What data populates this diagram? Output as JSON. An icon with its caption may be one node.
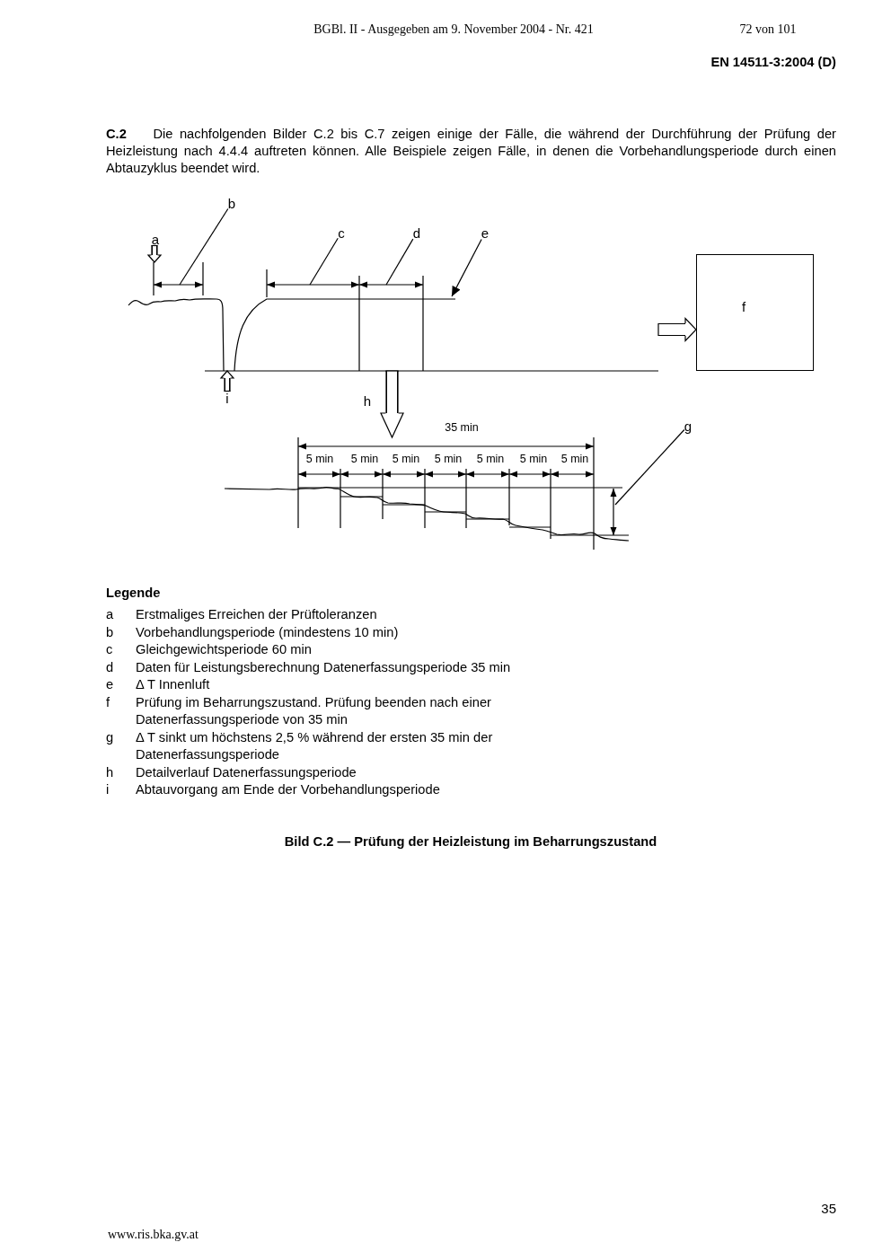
{
  "diagram": {
    "caption": "Bild C.2 — Prüfung der Heizleistung im Beharrungszustand",
    "nodes": [
      {
        "text": [
          "b"
        ]
      },
      {
        "text": [
          "a"
        ]
      },
      {
        "text": [
          "c"
        ]
      },
      {
        "text": [
          "d"
        ]
      },
      {
        "text": [
          "e"
        ]
      },
      {
        "text": [],
        "shape": "picture"
      },
      {
        "text": [
          "f"
        ]
      },
      {
        "text": [
          "i"
        ]
      },
      {
        "text": [
          "g"
        ]
      },
      {
        "text": [],
        "shape": "picture"
      }
    ],
    "edges": [
      {
        "from": 1,
        "to": 5,
        "arrow": "to"
      },
      {
        "from": 0,
        "to": 5,
        "arrow": "none"
      },
      {
        "from": 2,
        "to": 5,
        "arrow": "none"
      },
      {
        "from": 3,
        "to": 5,
        "arrow": "none"
      },
      {
        "from": 4,
        "to": 5,
        "arrow": "to"
      },
      {
        "from": 7,
        "to": 5,
        "arrow": "to"
      },
      {
        "from": 5,
        "to": 9,
        "arrow": "to",
        "label": "h"
      },
      {
        "from": 5,
        "to": 6,
        "arrow": "to"
      },
      {
        "from": 8,
        "to": 9,
        "arrow": "none"
      }
    ],
    "labels": [
      "BGBl. II - Ausgegeben am 9. November 2004 - Nr. 421",
      "72 von 101",
      "EN 14511-3:2004 (D)",
      "**C.2** Die nachfolgenden Bilder C.2 bis C.7 zeigen einige der Fälle, die während der Durchführung der Prüfung der Heizleistung nach 4.4.4 auftreten können. Alle Beispiele zeigen Fälle, in denen die Vorbehandlungsperiode durch einen Abtauzyklus beendet wird.",
      "35 min",
      "5 min",
      "5 min",
      "5 min",
      "5 min",
      "5 min",
      "5 min",
      "5 min",
      "Legende",
      "a",
      "Erstmaliges Erreichen der Prüftoleranzen",
      "b",
      "Vorbehandlungsperiode (mindestens 10 min)",
      "c",
      "Gleichgewichtsperiode 60 min",
      "d",
      "Daten für Leistungsberechnung Datenerfassungsperiode 35 min",
      "e",
      "Δ T Innenluft",
      "f",
      "Prüfung im Beharrungszustand. Prüfung beenden nach einer Datenerfassungsperiode von 35 min",
      "g",
      "Δ T sinkt um höchstens 2,5 % während der ersten 35 min der Datenerfassungsperiode",
      "h",
      "Detailverlauf Datenerfassungsperiode",
      "i",
      "Abtauvorgang am Ende der Vorbehandlungsperiode",
      "35",
      "www.ris.bka.gv.at"
    ]
  }
}
